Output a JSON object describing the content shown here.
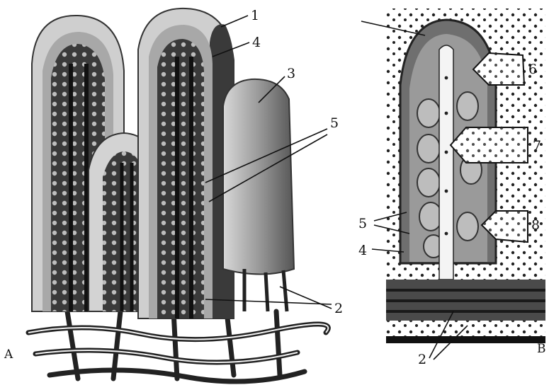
{
  "panels": {
    "a": {
      "letter": "A"
    },
    "b": {
      "letter": "B"
    }
  },
  "labels": {
    "l1": "1",
    "l2a": "2",
    "l2b": "2",
    "l3": "3",
    "l4a": "4",
    "l4b": "4",
    "l5a": "5",
    "l5b": "5",
    "l6": "6",
    "l7": "7",
    "l8": "8"
  },
  "colors": {
    "ink": "#111111",
    "tissue_dark": "#2a2a2a",
    "tissue_mid": "#8a8a8a",
    "tissue_light": "#cfcfcf",
    "paper": "#ffffff"
  }
}
